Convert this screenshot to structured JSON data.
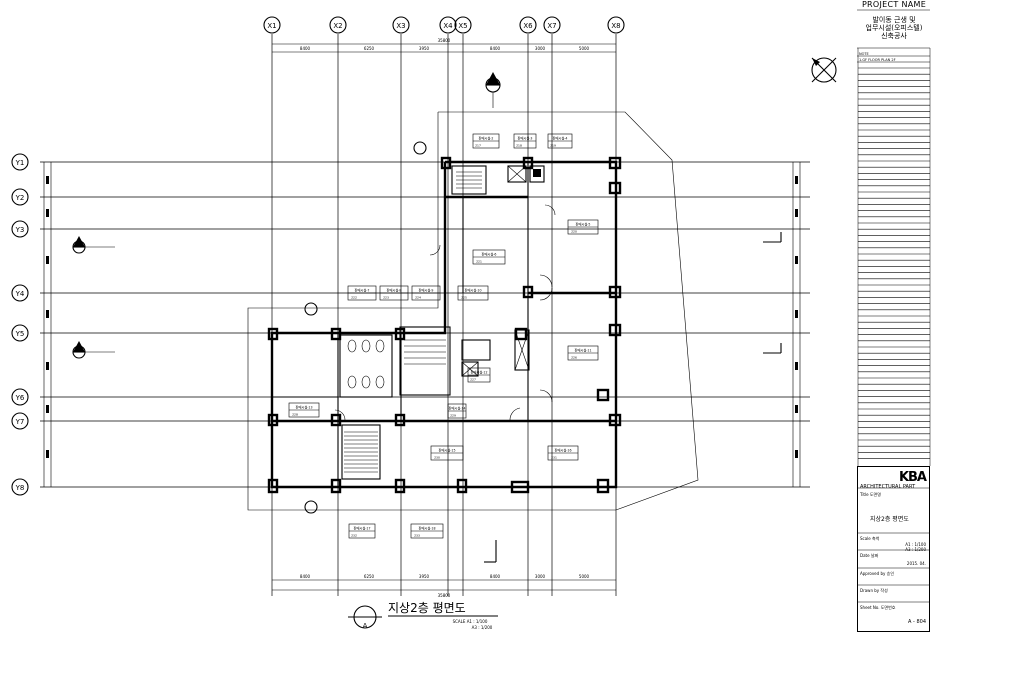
{
  "grid_columns": [
    "X1",
    "X2",
    "X3",
    "X4",
    "X5",
    "X6",
    "X7",
    "X8"
  ],
  "grid_rows": [
    "Y1",
    "Y2",
    "Y3",
    "Y4",
    "Y5",
    "Y6",
    "Y7",
    "Y8"
  ],
  "dimensions_top": {
    "total": "35800",
    "spans": [
      "8400",
      "6250",
      "3950",
      "8400",
      "3000",
      "5000"
    ]
  },
  "dimensions_bottom": {
    "total": "35800",
    "spans": [
      "8400",
      "6250",
      "3950",
      "8400",
      "3000",
      "5000"
    ]
  },
  "drawing_title": {
    "main": "지상2층 평면도",
    "marker_letter": "A",
    "scale_a1": "SCALE  A1 : 1/100",
    "scale_a3": "A3 : 1/200"
  },
  "room_tags": [
    {
      "name": "판매시설-2",
      "no": "217"
    },
    {
      "name": "판매시설-3",
      "no": "218"
    },
    {
      "name": "판매시설-4",
      "no": "219"
    },
    {
      "name": "판매시설-5",
      "no": "220"
    },
    {
      "name": "판매시설-6",
      "no": "221"
    },
    {
      "name": "판매시설-7",
      "no": "222"
    },
    {
      "name": "판매시설-8",
      "no": "223"
    },
    {
      "name": "판매시설-9",
      "no": "224"
    },
    {
      "name": "판매시설-10",
      "no": "225"
    },
    {
      "name": "판매시설-11",
      "no": "226"
    },
    {
      "name": "판매시설-12",
      "no": "227"
    },
    {
      "name": "판매시설-13",
      "no": "228"
    },
    {
      "name": "판매시설-14",
      "no": "229"
    },
    {
      "name": "판매시설-15",
      "no": "230"
    },
    {
      "name": "판매시설-16",
      "no": "231"
    },
    {
      "name": "판매시설-17",
      "no": "232"
    },
    {
      "name": "판매시설-18",
      "no": "233"
    }
  ],
  "title_block": {
    "header": "PROJECT NAME",
    "project_name_lines": [
      "발이동 근생 및",
      "업무시설(오피스텔)",
      "신축공사"
    ],
    "note_label": "NOTE",
    "note_text": "1.GF FLOOR PLAN 2F",
    "logo": "KBA",
    "firm": "ARCHITECTURAL PART",
    "title_label": "Title 도면명",
    "sheet_title": "지상2층 평면도",
    "scale_label": "Scale 축척",
    "scale_a1": "A1 : 1/100",
    "scale_a3": "A3 : 1/200",
    "date_label": "Date 날짜",
    "date_value": "2015. 04.",
    "approved_label": "Approved by 승인",
    "drawn_label": "Drawn by 작성",
    "sheet_no_label": "Sheet No. 도면번호",
    "sheet_no": "A - 804"
  }
}
